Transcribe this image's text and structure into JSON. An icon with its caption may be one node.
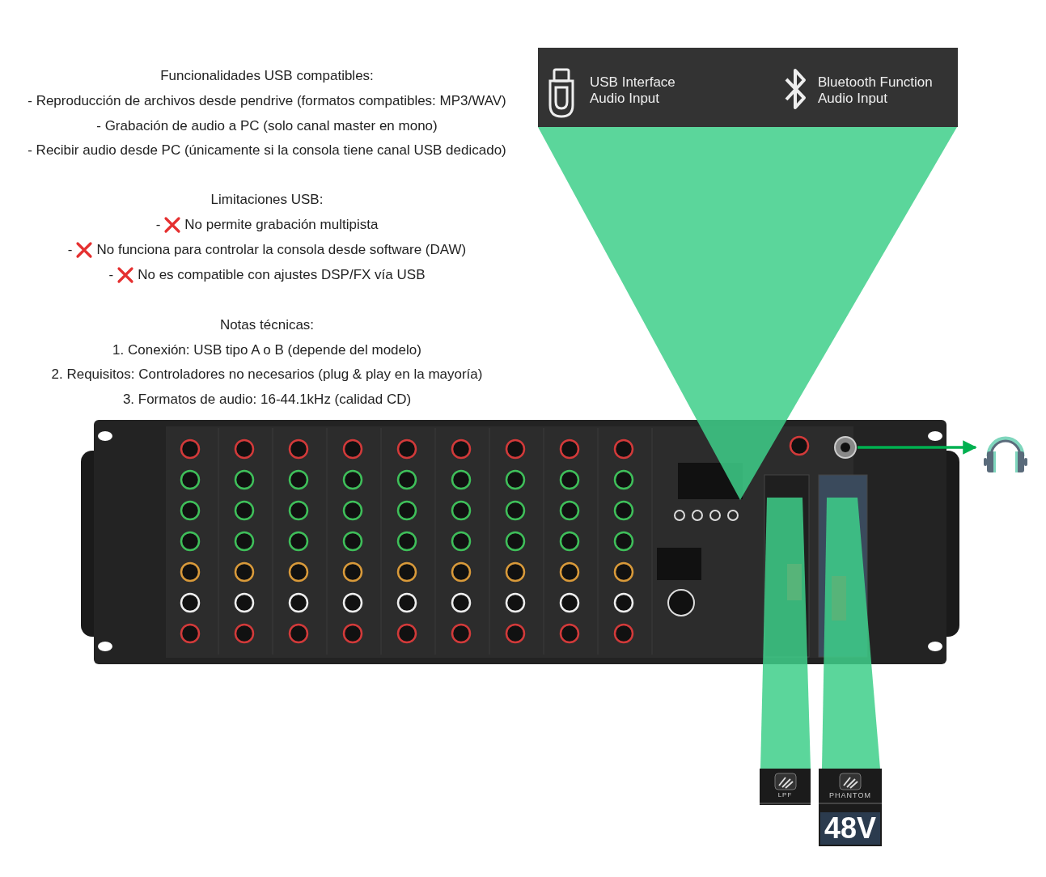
{
  "diagram": {
    "nodes": [
      {
        "text": [
          "USB Interface Audio Input",
          "Bluetooth Function Audio Input"
        ]
      },
      {
        "text": [],
        "shape": "picture"
      },
      {
        "text": [],
        "shape": "circle",
        "in": 1
      },
      {
        "text": [],
        "shape": "picture"
      },
      {
        "text": [
          "LPF"
        ]
      },
      {
        "text": [
          "PHANTOM",
          "48V"
        ]
      }
    ],
    "edges": [
      {
        "from": 2,
        "to": 3,
        "arrow": "to",
        "color": "#00b050"
      }
    ],
    "labels": [
      "Funcionalidades USB compatibles:",
      "- Reproducción de archivos desde pendrive (formatos compatibles: MP3/WAV)",
      "- Grabación de audio a PC (solo canal master en mono)",
      "- Recibir audio desde PC (únicamente si la consola tiene canal USB dedicado)",
      "Limitaciones USB:",
      "-",
      "No permite grabación multipista",
      "-",
      "No funciona para controlar la consola desde software (DAW)",
      "-",
      "No es compatible con ajustes DSP/FX vía USB",
      "Notas técnicas:",
      "1. Conexión: USB tipo A o B (depende del modelo)",
      "2. Requisitos: Controladores no necesarios (plug & play en la mayoría)",
      "3. Formatos de audio: 16-44.1kHz (calidad CD)"
    ]
  }
}
